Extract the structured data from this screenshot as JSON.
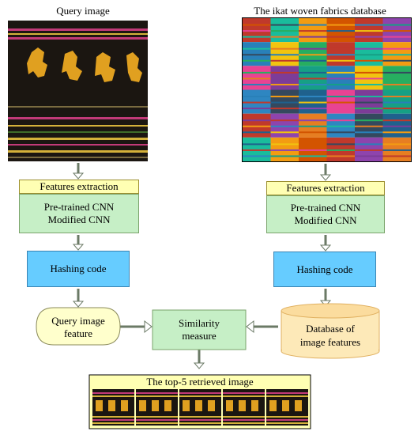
{
  "query": {
    "title": "Query image",
    "features_header": "Features extraction",
    "models": [
      "Pre-trained CNN",
      "Modified CNN"
    ],
    "hashing": "Hashing code",
    "feature_label": [
      "Query image",
      "feature"
    ]
  },
  "database": {
    "title": "The ikat woven fabrics database",
    "features_header": "Features extraction",
    "models": [
      "Pre-trained CNN",
      "Modified CNN"
    ],
    "hashing": "Hashing code",
    "store_label": [
      "Database of",
      "image features"
    ]
  },
  "similarity": [
    "Similarity",
    "measure"
  ],
  "result": {
    "title": "The top-5 retrieved image",
    "count": 5
  },
  "colors": {
    "yellow": "#ffffb3",
    "green": "#c6efc6",
    "blue": "#66ccff",
    "cylinder": "#fde9b8",
    "feature_oval": "#ffffcc"
  }
}
